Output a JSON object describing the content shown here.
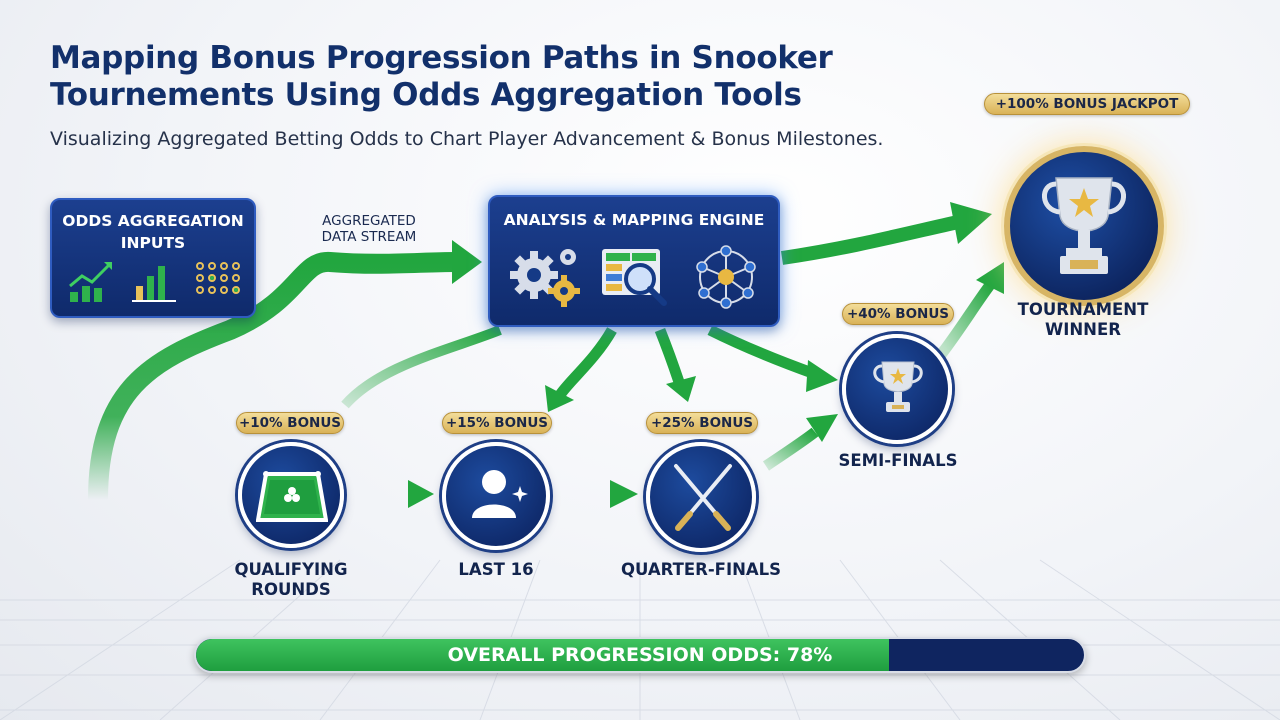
{
  "header": {
    "title": "Mapping Bonus Progression Paths in Snooker Tournements Using Odds Aggregation Tools",
    "subtitle": "Visualizing Aggregated Betting Odds to Chart Player Advancement & Bonus Milestones."
  },
  "inputs_panel": {
    "title": "ODDS AGGREGATION INPUTS",
    "icons": [
      "trend-chart-icon",
      "bar-chart-icon",
      "dot-grid-icon"
    ]
  },
  "stream_label": "AGGREGATED DATA STREAM",
  "engine_panel": {
    "title": "ANALYSIS & MAPPING ENGINE",
    "icons": [
      "gears-icon",
      "data-magnifier-icon",
      "network-icon"
    ]
  },
  "stages": [
    {
      "label": "QUALIFYING ROUNDS",
      "bonus": "+10% BONUS",
      "icon": "snooker-table-icon"
    },
    {
      "label": "LAST 16",
      "bonus": "+15% BONUS",
      "icon": "player-icon"
    },
    {
      "label": "QUARTER-FINALS",
      "bonus": "+25% BONUS",
      "icon": "crossed-cues-icon"
    },
    {
      "label": "SEMI-FINALS",
      "bonus": "+40% BONUS",
      "icon": "small-trophy-icon"
    }
  ],
  "winner": {
    "label": "TOURNAMENT WINNER",
    "bonus": "+100% BONUS JACKPOT",
    "icon": "trophy-icon"
  },
  "progress": {
    "label": "OVERALL PROGRESSION ODDS: 78%",
    "value": 0.78
  },
  "colors": {
    "navy": "#0f2a6b",
    "arrow_green": "#22a63f",
    "gold": "#d9b257"
  }
}
